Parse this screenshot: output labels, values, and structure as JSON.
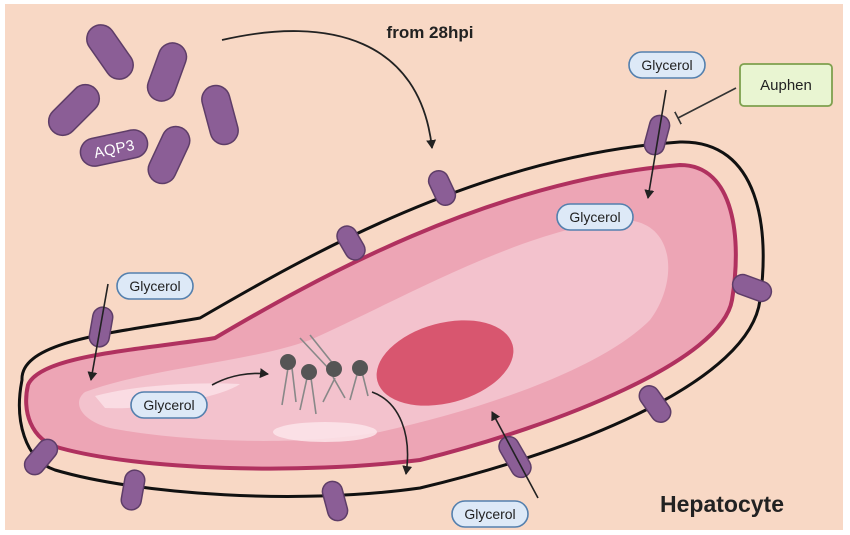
{
  "diagram": {
    "title": "from 28hpi",
    "cell_label": "Hepatocyte",
    "aqp3_label": "AQP3",
    "inhibitor_label": "Auphen",
    "glycerol_labels": [
      "Glycerol",
      "Glycerol",
      "Glycerol",
      "Glycerol",
      "Glycerol"
    ]
  },
  "colors": {
    "background": "#f8d8c5",
    "aqp3": "#8b5e96",
    "aqp3_stroke": "#5e3d68",
    "membrane_outer": "#111111",
    "cell_body": "#eda5b5",
    "cell_inner": "#f3c2cd",
    "cell_edge": "#b0315f",
    "nucleus": "#d8566f",
    "glycerol_fill": "#dde9f7",
    "glycerol_stroke": "#5480ae",
    "auphen_fill": "#e9f5d2",
    "auphen_stroke": "#7ea04e",
    "lipid": "#555555"
  }
}
